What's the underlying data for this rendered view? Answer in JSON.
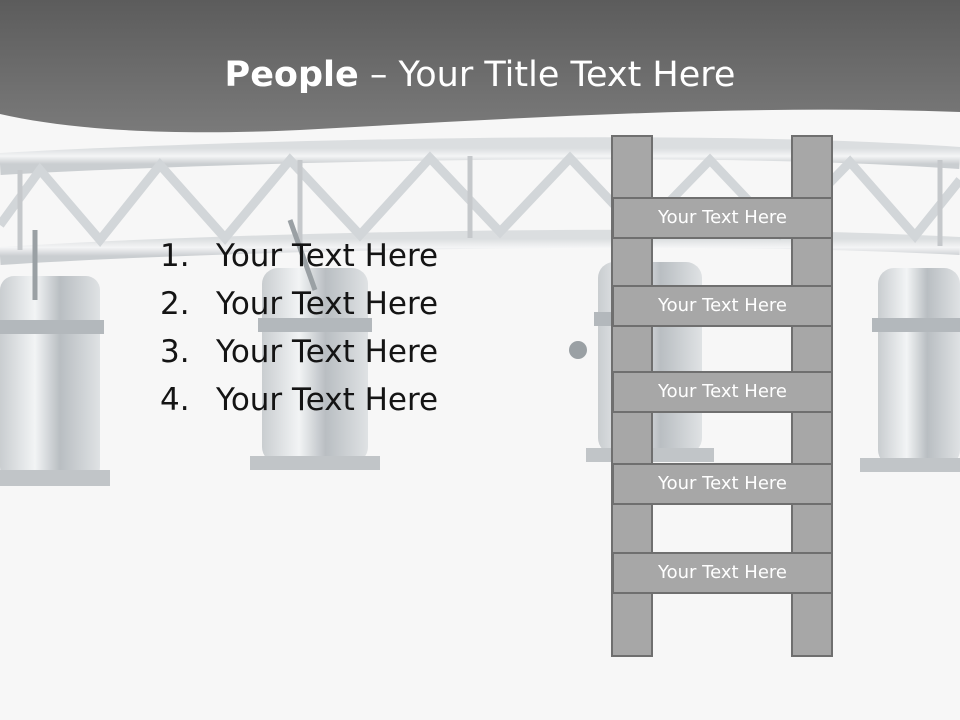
{
  "title": {
    "bold": "People",
    "rest": " – Your Title Text Here"
  },
  "list": {
    "items": [
      {
        "num": "1.",
        "text": "Your Text Here"
      },
      {
        "num": "2.",
        "text": "Your Text Here"
      },
      {
        "num": "3.",
        "text": "Your Text Here"
      },
      {
        "num": "4.",
        "text": "Your Text Here"
      }
    ]
  },
  "ladder": {
    "rungs": [
      {
        "label": "Your Text Here"
      },
      {
        "label": "Your Text Here"
      },
      {
        "label": "Your Text Here"
      },
      {
        "label": "Your Text Here"
      },
      {
        "label": "Your Text Here"
      }
    ]
  },
  "colors": {
    "header": "#6b6b6b",
    "ladder_fill": "#a7a7a7",
    "ladder_stroke": "#6f6f6f",
    "background": "#f7f7f7"
  }
}
